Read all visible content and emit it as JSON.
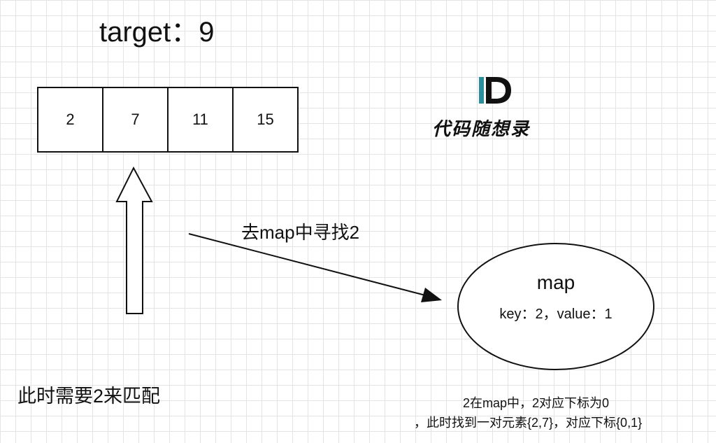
{
  "target": {
    "label": "target：9"
  },
  "array": {
    "values": [
      "2",
      "7",
      "11",
      "15"
    ]
  },
  "logo": {
    "text": "代码随想录",
    "colors": {
      "teal": "#2c8f9e",
      "black": "#111111"
    }
  },
  "arrow_label": "去map中寻找2",
  "map": {
    "title": "map",
    "entry": "key：2，value：1"
  },
  "bottom_left": "此时需要2来匹配",
  "notes": {
    "line1": "2在map中，2对应下标为0",
    "line2": "，此时找到一对元素{2,7}，对应下标{0,1}"
  }
}
